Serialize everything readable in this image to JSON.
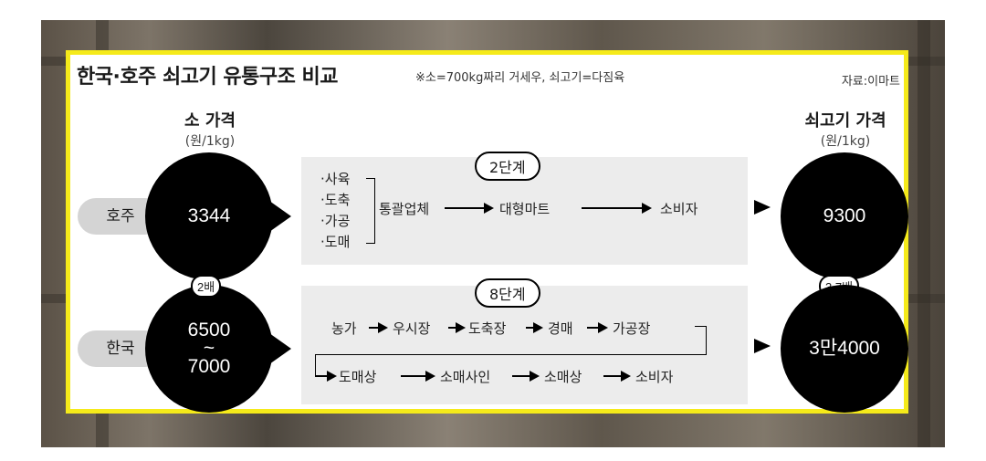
{
  "title": "한국·호주 쇠고기 유통구조 비교",
  "note": "※소=700kg짜리 거세우, 쇠고기=다짐육",
  "source": "자료:이마트",
  "cattle_price": {
    "header": "소 가격",
    "unit": "(원/1kg)"
  },
  "beef_price": {
    "header": "쇠고기 가격",
    "unit": "(원/1kg)"
  },
  "australia": {
    "label": "호주",
    "cattle_price": "3344",
    "stages": "2단계",
    "integrated_items": [
      "·사육",
      "·도축",
      "·가공",
      "·도매"
    ],
    "flow": [
      "통괄업체",
      "대형마트",
      "소비자"
    ],
    "beef_price": "9300"
  },
  "korea": {
    "label": "한국",
    "cattle_price_low": "6500",
    "cattle_price_sep": "~",
    "cattle_price_high": "7000",
    "stages": "8단계",
    "flow_row1": [
      "농가",
      "우시장",
      "도축장",
      "경매",
      "가공장"
    ],
    "flow_row2": [
      "도매상",
      "소매사인",
      "소매상",
      "소비자"
    ],
    "beef_price": "3만4000"
  },
  "ratio_cattle": "2배",
  "ratio_beef": "3.7배"
}
